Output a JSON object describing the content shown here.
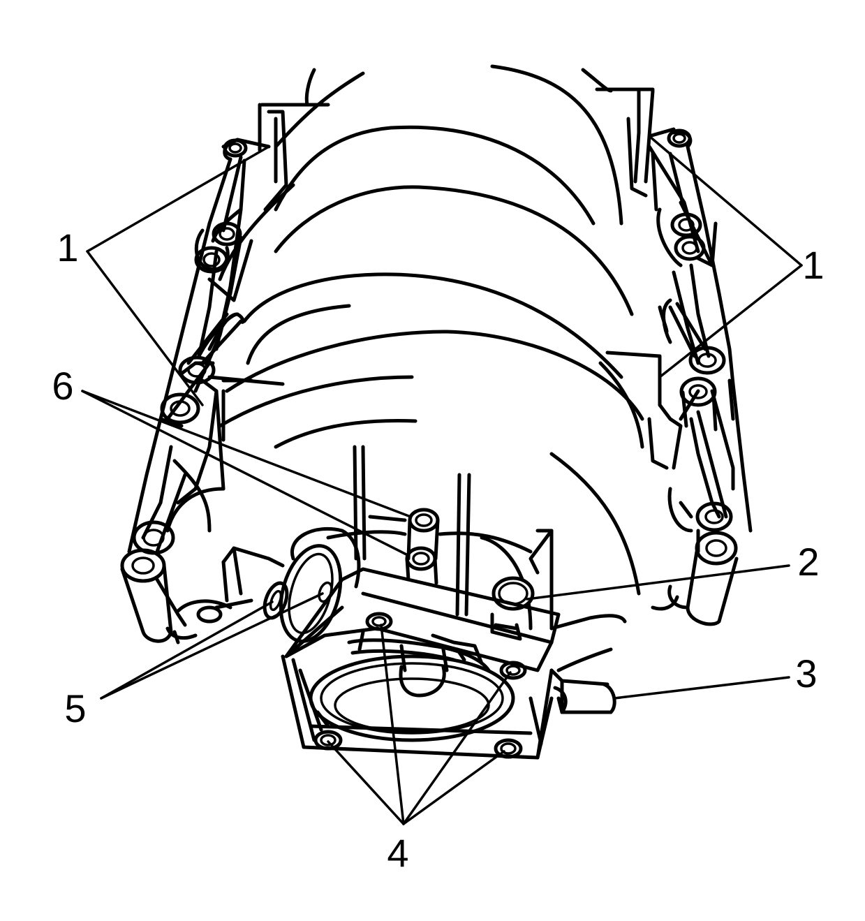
{
  "diagram": {
    "subject": "intake manifold",
    "callouts": [
      {
        "id": "1a",
        "label": "1"
      },
      {
        "id": "1b",
        "label": "1"
      },
      {
        "id": "2",
        "label": "2"
      },
      {
        "id": "3",
        "label": "3"
      },
      {
        "id": "4",
        "label": "4"
      },
      {
        "id": "5",
        "label": "5"
      },
      {
        "id": "6",
        "label": "6"
      }
    ],
    "colors": {
      "line": "#000000",
      "background": "#ffffff"
    }
  }
}
